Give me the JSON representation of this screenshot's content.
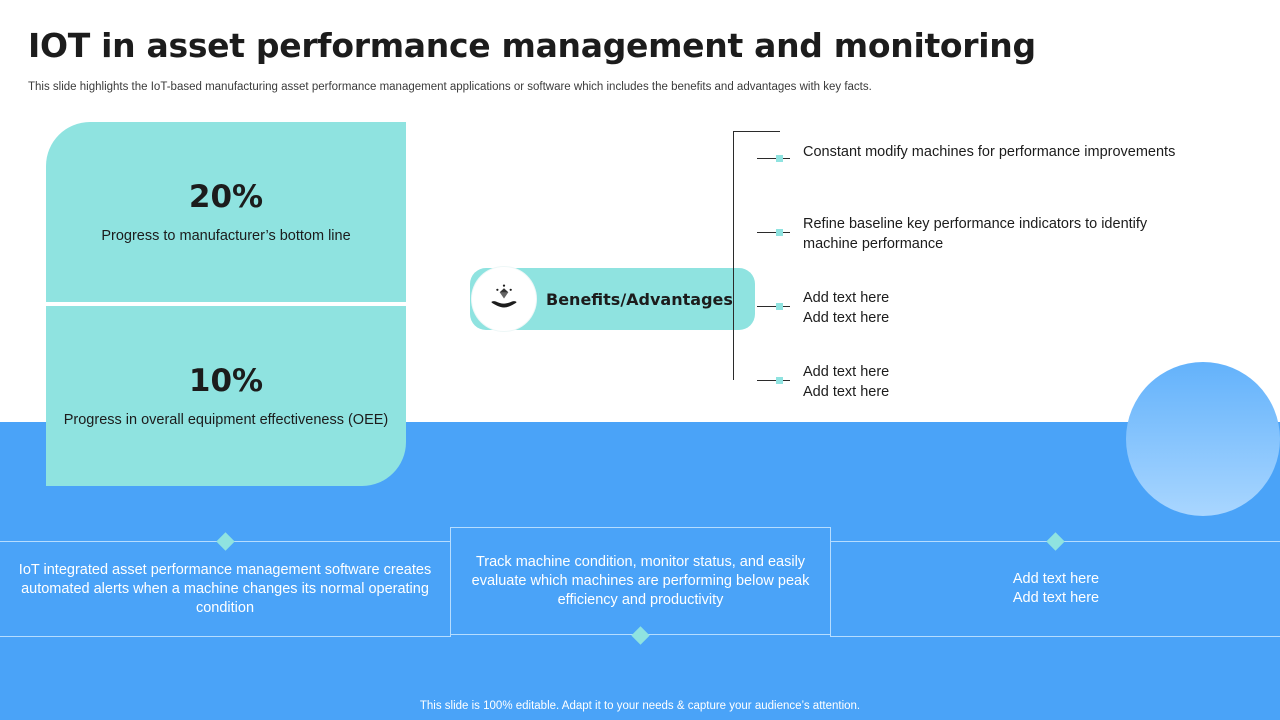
{
  "slide": {
    "title": "IOT in asset performance management and monitoring",
    "subtitle": "This slide highlights the IoT-based manufacturing asset performance management applications or software which includes the benefits and advantages with key facts.",
    "footer": "This slide is 100% editable. Adapt it to your needs & capture your audience’s attention."
  },
  "stats": [
    {
      "value": "20%",
      "label": "Progress to manufacturer’s bottom line"
    },
    {
      "value": "10%",
      "label": "Progress in overall equipment effectiveness (OEE)"
    }
  ],
  "benefits": {
    "label": "Benefits/Advantages",
    "icon": "diamond-in-hands-icon"
  },
  "right_items": [
    {
      "text": "Constant modify machines for performance improvements"
    },
    {
      "text": "Refine baseline key performance indicators to identify machine performance"
    },
    {
      "text": "Add text here\nAdd text here"
    },
    {
      "text": "Add text here\nAdd text here"
    }
  ],
  "bottom_items": [
    {
      "text": "IoT integrated asset performance management software creates automated alerts when a machine changes its normal operating condition"
    },
    {
      "text": "Track machine condition, monitor status, and easily evaluate which machines are performing below peak efficiency and productivity"
    },
    {
      "text": "Add text here\nAdd text here"
    }
  ],
  "colors": {
    "accent_teal": "#8fe3e0",
    "band_blue": "#4aa3f8",
    "text_dark": "#1c1c1c"
  }
}
